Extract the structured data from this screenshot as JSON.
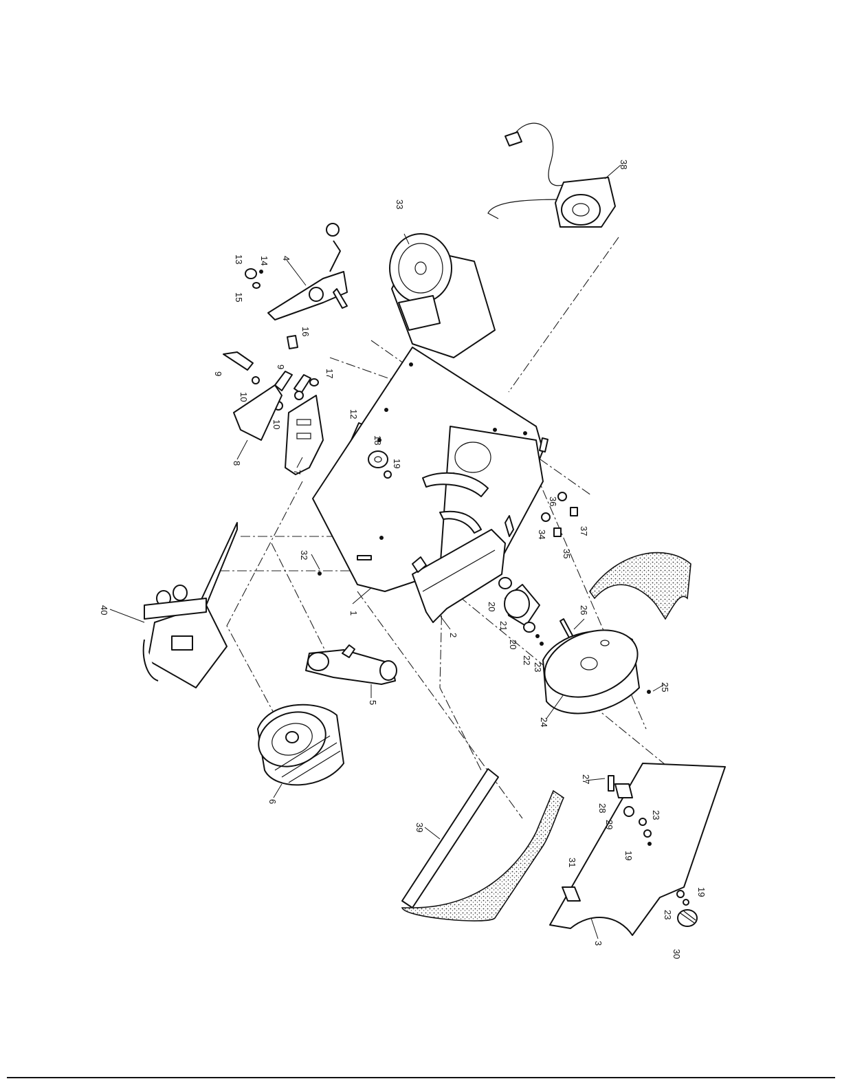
{
  "callouts": [
    {
      "id": "c1",
      "text": "1"
    },
    {
      "id": "c2",
      "text": "2"
    },
    {
      "id": "c3",
      "text": "3"
    },
    {
      "id": "c4",
      "text": "4"
    },
    {
      "id": "c5",
      "text": "5"
    },
    {
      "id": "c6",
      "text": "6"
    },
    {
      "id": "c7",
      "text": "7"
    },
    {
      "id": "c8",
      "text": "8"
    },
    {
      "id": "c9a",
      "text": "9"
    },
    {
      "id": "c9b",
      "text": "9"
    },
    {
      "id": "c10a",
      "text": "10"
    },
    {
      "id": "c10b",
      "text": "10"
    },
    {
      "id": "c12",
      "text": "12"
    },
    {
      "id": "c13",
      "text": "13"
    },
    {
      "id": "c14",
      "text": "14"
    },
    {
      "id": "c15",
      "text": "15"
    },
    {
      "id": "c16",
      "text": "16"
    },
    {
      "id": "c17",
      "text": "17"
    },
    {
      "id": "c18",
      "text": "18"
    },
    {
      "id": "c19a",
      "text": "19"
    },
    {
      "id": "c19b",
      "text": "19"
    },
    {
      "id": "c19c",
      "text": "19"
    },
    {
      "id": "c20a",
      "text": "20"
    },
    {
      "id": "c20b",
      "text": "20"
    },
    {
      "id": "c21",
      "text": "21"
    },
    {
      "id": "c22",
      "text": "22"
    },
    {
      "id": "c23a",
      "text": "23"
    },
    {
      "id": "c23b",
      "text": "23"
    },
    {
      "id": "c23c",
      "text": "23"
    },
    {
      "id": "c24",
      "text": "24"
    },
    {
      "id": "c25",
      "text": "25"
    },
    {
      "id": "c26",
      "text": "26"
    },
    {
      "id": "c27",
      "text": "27"
    },
    {
      "id": "c28",
      "text": "28"
    },
    {
      "id": "c29",
      "text": "29"
    },
    {
      "id": "c30",
      "text": "30"
    },
    {
      "id": "c31",
      "text": "31"
    },
    {
      "id": "c32",
      "text": "32"
    },
    {
      "id": "c33",
      "text": "33"
    },
    {
      "id": "c34",
      "text": "34"
    },
    {
      "id": "c35",
      "text": "35"
    },
    {
      "id": "c36",
      "text": "36"
    },
    {
      "id": "c37",
      "text": "37"
    },
    {
      "id": "c38",
      "text": "38"
    },
    {
      "id": "c39",
      "text": "39"
    },
    {
      "id": "c40",
      "text": "40"
    }
  ]
}
